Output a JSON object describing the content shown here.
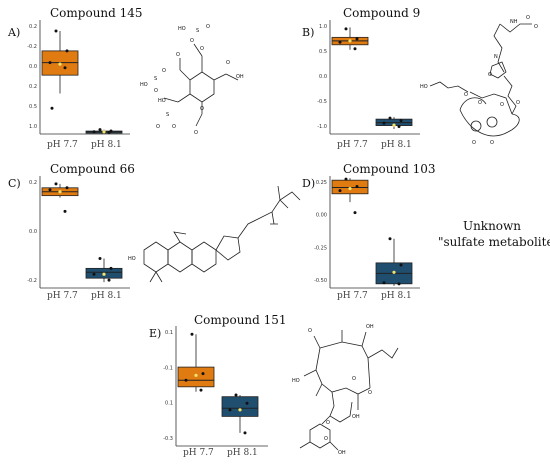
{
  "panels": [
    {
      "id": "A",
      "letter": "A)",
      "title": "Compound 145",
      "chart_data": {
        "type": "box",
        "categories": [
          "pH 7.7",
          "pH 8.1"
        ],
        "yticks": [
          "0.2",
          "-0.2",
          "0.0",
          "0.2",
          "0.5",
          "1.0"
        ],
        "ylim": [
          -0.35,
          1.2
        ],
        "boxes": [
          {
            "q1": 0.45,
            "median": 0.62,
            "q3": 0.78,
            "whisker_low": 0.2,
            "whisker_high": 1.05,
            "mean": 0.6,
            "points": [
              1.05,
              0.78,
              0.62,
              0.55,
              0.0
            ]
          },
          {
            "q1": -0.33,
            "median": -0.32,
            "q3": -0.31,
            "whisker_low": -0.34,
            "whisker_high": -0.29,
            "mean": -0.32,
            "points": [
              -0.29,
              -0.31,
              -0.32,
              -0.33
            ]
          }
        ]
      },
      "molecule_labels": [
        "O",
        "O",
        "S",
        "HO",
        "O",
        "O",
        "O",
        "S",
        "HO",
        "O",
        "OH",
        "O",
        "O",
        "HO",
        "S",
        "O",
        "O",
        "O"
      ]
    },
    {
      "id": "B",
      "letter": "B)",
      "title": "Compound 9",
      "chart_data": {
        "type": "box",
        "categories": [
          "pH 7.7",
          "pH 8.1"
        ],
        "yticks": [
          "1.0",
          "0.5",
          "0.0",
          "-0.5",
          "-1.0"
        ],
        "ylim": [
          -1.2,
          1.1
        ],
        "boxes": [
          {
            "q1": 0.6,
            "median": 0.68,
            "q3": 0.75,
            "whisker_low": 0.5,
            "whisker_high": 0.95,
            "mean": 0.68,
            "points": [
              0.92,
              0.72,
              0.65,
              0.52
            ]
          },
          {
            "q1": -1.03,
            "median": -0.97,
            "q3": -0.9,
            "whisker_low": -1.1,
            "whisker_high": -0.86,
            "mean": -1.02,
            "points": [
              -0.88,
              -0.93,
              -0.98,
              -1.05
            ]
          }
        ]
      },
      "molecule_labels": [
        "NH",
        "O",
        "O",
        "N",
        "O",
        "HO",
        "O",
        "O",
        "O",
        "O",
        "O",
        "O"
      ]
    },
    {
      "id": "C",
      "letter": "C)",
      "title": "Compound 66",
      "chart_data": {
        "type": "box",
        "categories": [
          "pH 7.7",
          "pH 8.1"
        ],
        "yticks": [
          "0.2",
          "0.0",
          "-0.2"
        ],
        "ylim": [
          -0.32,
          0.25
        ],
        "boxes": [
          {
            "q1": 0.15,
            "median": 0.17,
            "q3": 0.19,
            "whisker_low": 0.14,
            "whisker_high": 0.21,
            "mean": 0.17,
            "points": [
              0.21,
              0.19,
              0.18,
              0.07
            ]
          },
          {
            "q1": -0.27,
            "median": -0.24,
            "q3": -0.22,
            "whisker_low": -0.29,
            "whisker_high": -0.17,
            "mean": -0.25,
            "points": [
              -0.17,
              -0.22,
              -0.25,
              -0.28
            ]
          }
        ]
      },
      "molecule_labels": [
        "HO"
      ]
    },
    {
      "id": "D",
      "letter": "D)",
      "title": "Compound 103",
      "chart_data": {
        "type": "box",
        "categories": [
          "pH 7.7",
          "pH 8.1"
        ],
        "yticks": [
          "0.25",
          "0.00",
          "-0.25",
          "-0.50"
        ],
        "ylim": [
          -0.62,
          0.45
        ],
        "boxes": [
          {
            "q1": 0.28,
            "median": 0.34,
            "q3": 0.41,
            "whisker_low": 0.2,
            "whisker_high": 0.43,
            "mean": 0.33,
            "points": [
              0.42,
              0.35,
              0.31,
              0.1
            ]
          },
          {
            "q1": -0.58,
            "median": -0.48,
            "q3": -0.38,
            "whisker_low": -0.6,
            "whisker_high": -0.15,
            "mean": -0.47,
            "points": [
              -0.15,
              -0.4,
              -0.57,
              -0.58
            ]
          }
        ]
      },
      "note": [
        "Unknown",
        "\"sulfate metabolite\""
      ]
    },
    {
      "id": "E",
      "letter": "E)",
      "title": "Compound 151",
      "chart_data": {
        "type": "box",
        "categories": [
          "pH 7.7",
          "pH 8.1"
        ],
        "yticks": [
          "0.1",
          "-0.1",
          "0.1",
          "-0.3"
        ],
        "ylim": [
          -0.38,
          0.35
        ],
        "boxes": [
          {
            "q1": -0.02,
            "median": 0.02,
            "q3": 0.1,
            "whisker_low": -0.05,
            "whisker_high": 0.3,
            "mean": 0.05,
            "points": [
              0.3,
              0.06,
              0.02,
              -0.04
            ]
          },
          {
            "q1": -0.2,
            "median": -0.15,
            "q3": -0.08,
            "whisker_low": -0.3,
            "whisker_high": -0.07,
            "mean": -0.16,
            "points": [
              -0.07,
              -0.12,
              -0.16,
              -0.3
            ]
          }
        ]
      },
      "molecule_labels": [
        "O",
        "OH",
        "HO",
        "O",
        "O",
        "OH",
        "O",
        "O",
        "OH"
      ]
    }
  ],
  "colors": {
    "orange": "#e07b12",
    "teal": "#1f4e6e",
    "mean": "#f2e36b",
    "axis": "#333333",
    "point": "#111111"
  }
}
